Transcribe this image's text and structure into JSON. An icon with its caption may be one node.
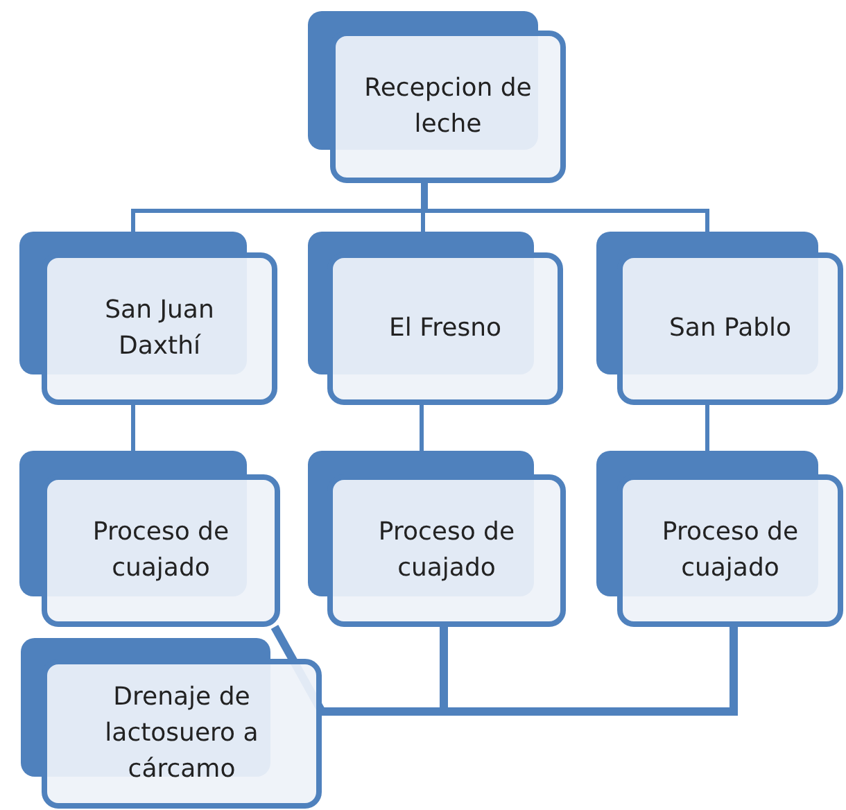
{
  "diagram": {
    "nodes": [
      {
        "text": [
          "Recepcion de leche"
        ]
      },
      {
        "text": [
          "San Juan Daxthí"
        ]
      },
      {
        "text": [
          "El Fresno"
        ]
      },
      {
        "text": [
          "San Pablo"
        ]
      },
      {
        "text": [
          "Proceso de cuajado"
        ]
      },
      {
        "text": [
          "Proceso de cuajado"
        ]
      },
      {
        "text": [
          "Proceso de cuajado"
        ]
      },
      {
        "text": [
          "Drenaje de lactosuero a cárcamo"
        ]
      }
    ],
    "edges": [
      {
        "from": 0,
        "to": 1,
        "arrow": "none"
      },
      {
        "from": 0,
        "to": 2,
        "arrow": "none"
      },
      {
        "from": 0,
        "to": 3,
        "arrow": "none"
      },
      {
        "from": 1,
        "to": 4,
        "arrow": "none"
      },
      {
        "from": 2,
        "to": 5,
        "arrow": "none"
      },
      {
        "from": 3,
        "to": 6,
        "arrow": "none"
      },
      {
        "from": 4,
        "to": 7,
        "arrow": "none",
        "style": "thick"
      },
      {
        "from": 5,
        "to": 7,
        "arrow": "none",
        "style": "thick"
      },
      {
        "from": 6,
        "to": 7,
        "arrow": "none",
        "style": "thick"
      }
    ]
  }
}
